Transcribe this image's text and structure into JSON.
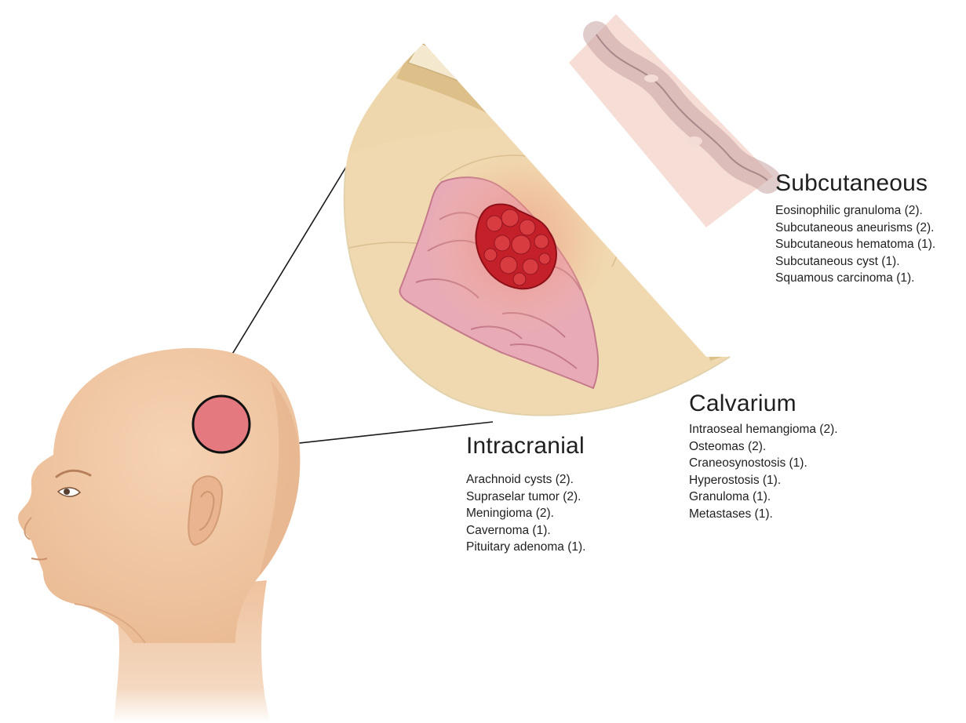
{
  "colors": {
    "skin": "#f1c7a2",
    "skin_shadow": "#e3b189",
    "head_outline": "#e6b690",
    "lesion_marker": "#e47a80",
    "marker_stroke": "#111111",
    "brain_tissue": "#e7a7b4",
    "brain_sulci": "#c27588",
    "tumor": "#cc2027",
    "bone": "#f3e6c9",
    "bone_marrow": "#b79f6d",
    "dura": "#ddc28e",
    "subcutaneous_mass": "#6e6b64",
    "skin_layer": "#f6ded7"
  },
  "icons": [
    "head-profile-illustration",
    "brain-cross-section-illustration",
    "skin-layer-illustration",
    "tumor-mass-illustration"
  ],
  "groups": {
    "subcutaneous": {
      "title": "Subcutaneous",
      "items": [
        "Eosinophilic granuloma (2).",
        "Subcutaneous aneurisms (2).",
        "Subcutaneous hematoma (1).",
        "Subcutaneous cyst (1).",
        "Squamous carcinoma (1)."
      ]
    },
    "calvarium": {
      "title": "Calvarium",
      "items": [
        "Intraoseal hemangioma (2).",
        "Osteomas (2).",
        "Craneosynostosis (1).",
        "Hyperostosis (1).",
        "Granuloma (1).",
        "Metastases (1)."
      ]
    },
    "intracranial": {
      "title": "Intracranial",
      "items": [
        "Arachnoid cysts (2).",
        "Supraselar tumor (2).",
        "Meningioma (2).",
        "Cavernoma (1).",
        "Pituitary adenoma (1)."
      ]
    }
  }
}
